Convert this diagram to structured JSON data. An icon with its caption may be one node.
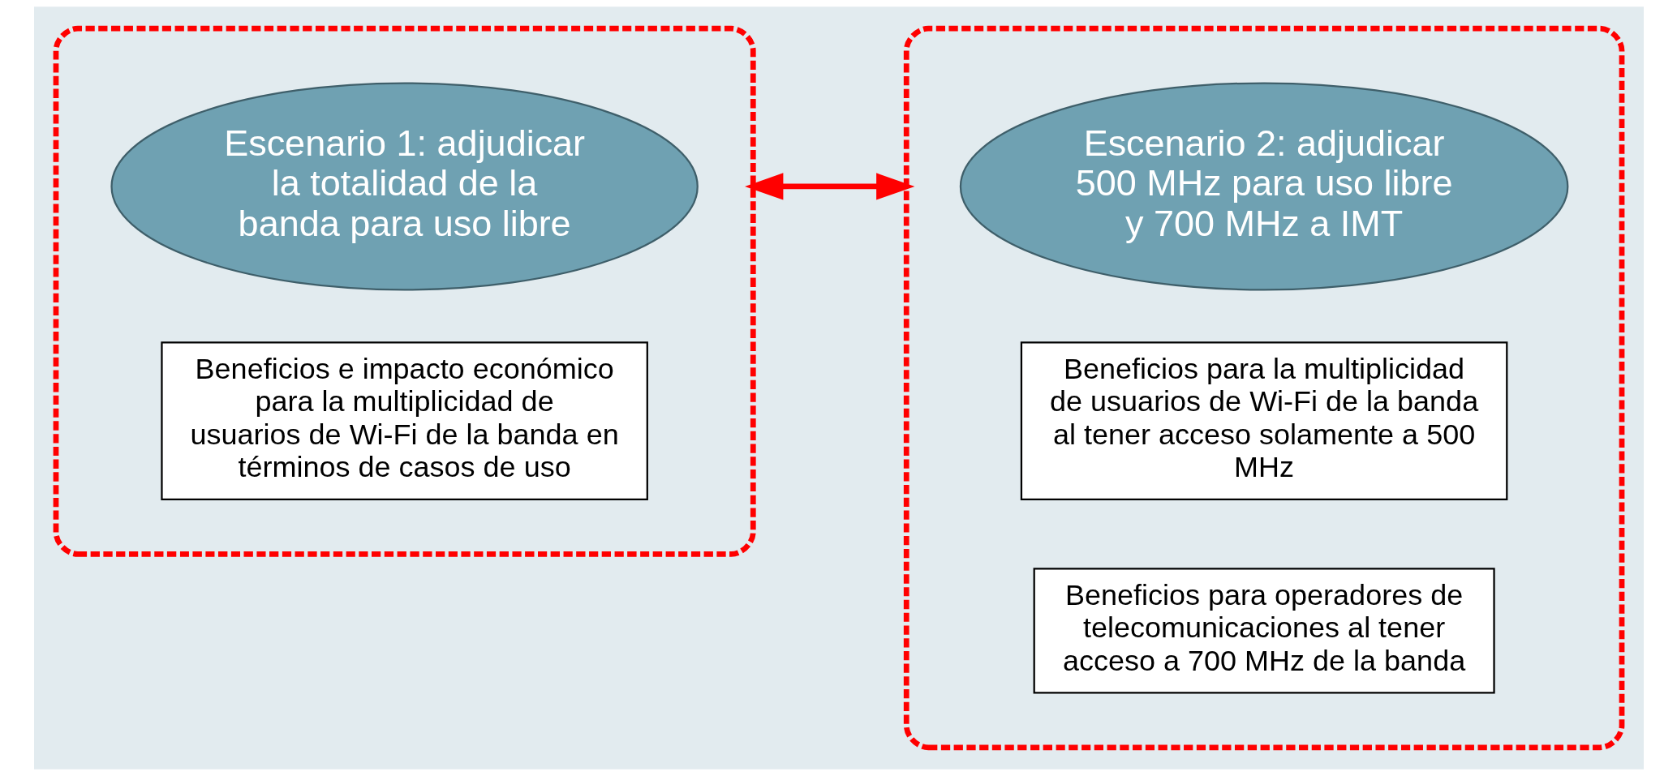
{
  "diagram": {
    "nodes": [
      {
        "text": [],
        "shape": "box"
      },
      {
        "text": [
          "Escenario 1: adjudicar la totalidad de la banda para uso libre"
        ],
        "in": 0
      },
      {
        "text": [
          "Beneficios e impacto económico para la multiplicidad de usuarios de Wi-Fi de la banda en términos de casos de uso"
        ],
        "in": 0
      },
      {
        "text": [],
        "shape": "box"
      },
      {
        "text": [
          "Escenario 2: adjudicar 500 MHz para uso libre y 700 MHz a IMT"
        ],
        "in": 3
      },
      {
        "text": [
          "Beneficios para la multiplicidad de usuarios de Wi-Fi de la banda al tener acceso solamente a 500 MHz"
        ],
        "in": 3
      },
      {
        "text": [
          "Beneficios para operadores de telecomunicaciones al tener acceso a 700 MHz de la banda"
        ],
        "in": 3
      }
    ],
    "edges": [
      {
        "from": 0,
        "to": 3,
        "arrow": "both",
        "color": "#ff0000"
      }
    ]
  }
}
